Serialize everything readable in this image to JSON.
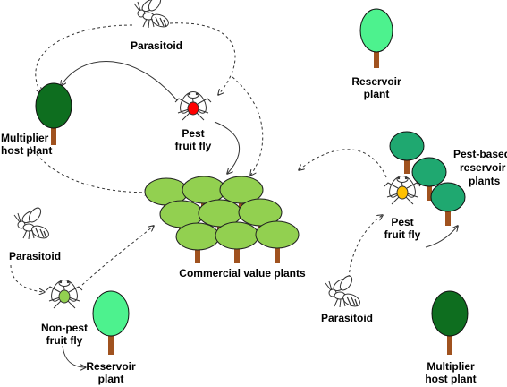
{
  "labels": {
    "parasitoid_top": "Parasitoid",
    "multiplier_top_1": "Multiplier",
    "multiplier_top_2": "host plant",
    "pest_top_1": "Pest",
    "pest_top_2": "fruit fly",
    "reservoir_top_1": "Reservoir",
    "reservoir_top_2": "plant",
    "pest_reservoir_1": "Pest-based",
    "pest_reservoir_2": "reservoir",
    "pest_reservoir_3": "plants",
    "pest_right_1": "Pest",
    "pest_right_2": "fruit fly",
    "parasitoid_left": "Parasitoid",
    "commercial": "Commercial value plants",
    "nonpest_1": "Non-pest",
    "nonpest_2": "fruit fly",
    "reservoir_bottom_1": "Reservoir",
    "reservoir_bottom_2": "plant",
    "parasitoid_bottom": "Parasitoid",
    "multiplier_bottom_1": "Multiplier",
    "multiplier_bottom_2": "host plant"
  },
  "icons": [
    "wasp-icon",
    "fruit-fly-icon",
    "tree-icon"
  ],
  "colors": {
    "multiplier_canopy": "#0e6e1f",
    "reservoir_canopy": "#4df28e",
    "commercial_canopy": "#92d050",
    "pest_reservoir_canopy": "#1fa870",
    "trunk": "#a0521f",
    "pest_fly_top_body": "#ff0000",
    "pest_fly_right_body": "#ffc000",
    "nonpest_fly_body": "#92d050"
  }
}
